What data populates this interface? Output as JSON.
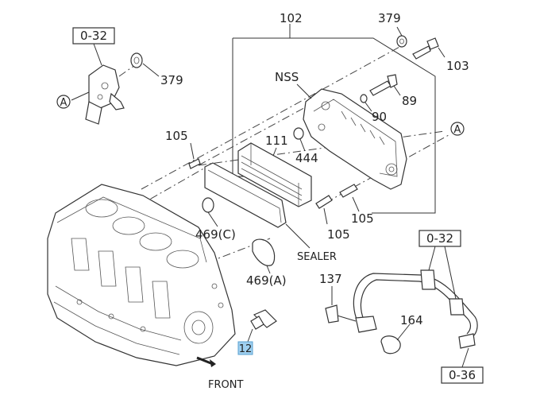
{
  "callouts": {
    "ref_top_left": "0-32",
    "ref_bottom_right_upper": "0-32",
    "ref_bottom_right_lower": "0-36",
    "circle_a": "A",
    "p102": "102",
    "p379_top": "379",
    "p379_left": "379",
    "p103": "103",
    "p89": "89",
    "p90": "90",
    "nss": "NSS",
    "p105_top": "105",
    "p111": "111",
    "p444": "444",
    "p105_right": "105",
    "p105_lower": "105",
    "p469c": "469(C)",
    "p469a": "469(A)",
    "sealer": "SEALER",
    "p137": "137",
    "p164": "164",
    "p12": "12",
    "front": "FRONT"
  },
  "colors": {
    "line": "#333333",
    "highlight_fill": "#9fd0f0",
    "highlight_stroke": "#5aa0d0"
  }
}
